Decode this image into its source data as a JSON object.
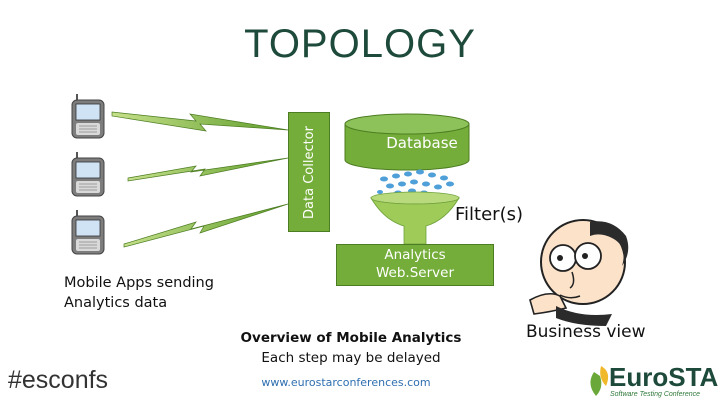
{
  "title": "TOPOLOGY",
  "sources": {
    "label_line1": "Mobile Apps sending",
    "label_line2": "Analytics data",
    "phone_icons": [
      "phone-icon",
      "phone-icon",
      "phone-icon"
    ]
  },
  "collector": {
    "label": "Data Collector"
  },
  "database": {
    "label": "Database"
  },
  "filter": {
    "label": "Filter(s)"
  },
  "webserver": {
    "label_line1": "Analytics",
    "label_line2": "Web.Server"
  },
  "caption": {
    "heading": "Overview of Mobile Analytics",
    "subheading": "Each step may be delayed"
  },
  "business": {
    "label": "Business view"
  },
  "footer": {
    "hashtag": "#esconfs",
    "url": "www.eurostarconferences.com",
    "logo_text": "EuroSTAR",
    "logo_tagline": "Software Testing Conference"
  },
  "colors": {
    "title": "#1d4a3a",
    "box_green": "#74ad3a",
    "arrow_green": "#7cb342",
    "droplet_blue": "#4f9fd8",
    "url_blue": "#2f6fb0"
  }
}
